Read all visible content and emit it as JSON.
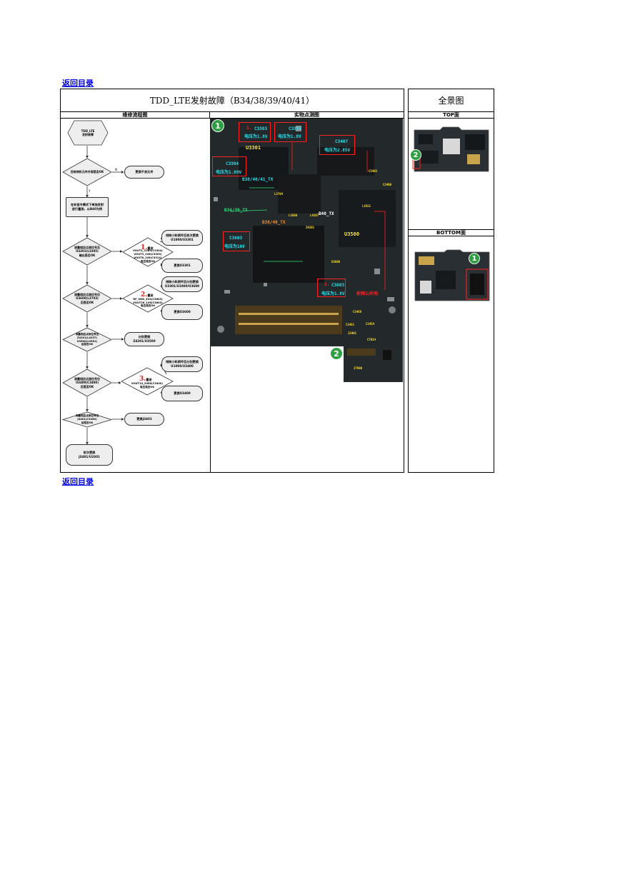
{
  "nav": {
    "back_top": "返回目录",
    "back_bottom": "返回目录"
  },
  "main": {
    "title": "TDD_LTE发射故障（B34/38/39/40/41）",
    "col_flow": "维修流程图",
    "col_photo": "实物点测图"
  },
  "overview": {
    "title": "全景图",
    "top_label": "TOP面",
    "bottom_label": "BOTTOM面",
    "top_marker": "2",
    "bottom_marker": "1"
  },
  "flow": {
    "start": "TDD_LTE\n发射故障",
    "d1": "目检待机元件外观是否OK",
    "r1": "更换不良元件",
    "p1": "在非信令模式下单独发射\n进行量测，以B40为例",
    "d2": "测量相应点测位号及\nU3301(L3305)\n输出是否OK",
    "d2n_num": "1.",
    "d2n": "量测",
    "d2n_text": "VOUT1_1V80(C3304)\nVOUT3_1V8(C3303)\nVOUT8_1V8(C3314)\n电压是否OK",
    "r2a": "排除小料损坏后依次更换\nU1000/U3301",
    "r2b": "更换U3301",
    "d3": "测量相应点测位号位\nU3600(L3703)\n后是否OK",
    "d3n_num": "2.",
    "d3n": "量测",
    "d3n_text": "RF_VDD_3V4(C3603)\nVOUT26_1V8(C3603)\n电压是否OK",
    "r3a": "排除小料损坏后分别更换\nU3301/U1000/U3600",
    "r3b": "更换U3600",
    "d4": "测量相应点测位号位\nZ4201(L4257)\nU3500(L3551)\n后是否OK",
    "r4": "分别更换\nZ4201/U3500",
    "d5": "测量相应点测位号位\nU3400(C3400)\n后是否OK",
    "d5n_num": "3.",
    "d5n": "量测",
    "d5n_text": "VOUT14_2V85(C3400)\n电压是否OK",
    "r5a": "排除小料损坏后分别更换\nU1000/U3400",
    "r5b": "更换U3400",
    "d6": "测量相应点测位号位\nJ3401(C3450)\n后是否OK",
    "r6": "更换J3401",
    "end": "依次更换\nJ3401/U3301",
    "yes": "Y",
    "no": "N"
  },
  "photo": {
    "marker1": "1",
    "marker2": "2",
    "c3303": "C3303",
    "c3303_v": "电压为1.8V",
    "c3303_num": "1.",
    "c3314": "C3314",
    "c3314_v": "电压为1.8V",
    "c3304": "C3304",
    "c3304_v": "电压为1.09V",
    "c3407": "C3407",
    "c3407_v": "电压为2.85V",
    "u3301": "U3301",
    "b38": "B38/40/41_TX",
    "b34": "B34/39_TX",
    "b40": "B40_TX",
    "b38b": "B38/40_TX",
    "c3603": "C3603",
    "c3603_v": "电压为10V",
    "u3500": "U3500",
    "c3603b": "C3603",
    "c3603b_v": "电压为1.8V",
    "c3603b_num": "2.",
    "shared": "射频公共地",
    "small": [
      "C3403",
      "C3400",
      "L3551",
      "L3704",
      "Z4201",
      "L3560",
      "C3459",
      "U3600",
      "C3451",
      "C3454",
      "J3401",
      "C7014",
      "J7900",
      "L4267"
    ]
  }
}
